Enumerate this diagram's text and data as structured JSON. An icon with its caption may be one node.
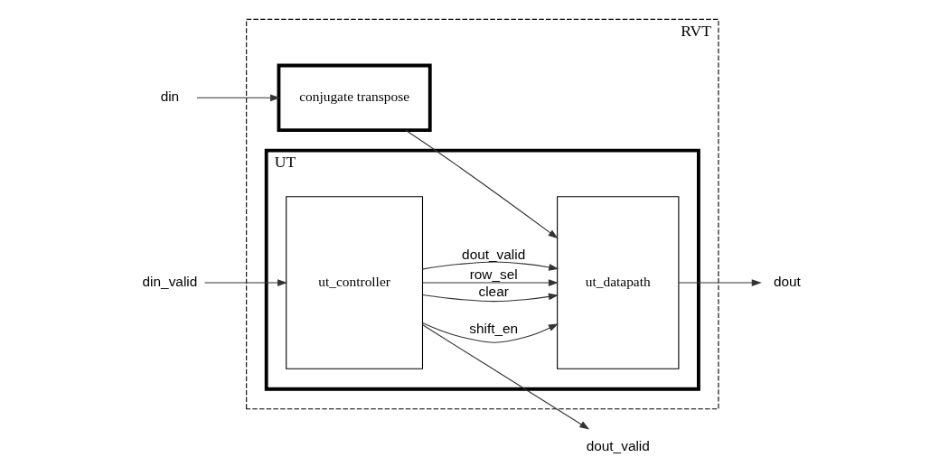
{
  "diagram": {
    "nodes": [
      {
        "text": [
          "RVT"
        ]
      },
      {
        "text": [
          "conjugate transpose"
        ],
        "in": 0
      },
      {
        "text": [
          "UT"
        ],
        "in": 0
      },
      {
        "text": [
          "ut_controller"
        ],
        "in": 2
      },
      {
        "text": [
          "ut_datapath"
        ],
        "in": 2
      },
      {
        "text": [
          "din"
        ]
      },
      {
        "text": [
          "din_valid"
        ]
      },
      {
        "text": [
          "dout"
        ]
      },
      {
        "text": [
          "dout_valid"
        ]
      }
    ],
    "edges": [
      {
        "from": 5,
        "to": 1,
        "arrow": "to"
      },
      {
        "from": 1,
        "to": 4,
        "arrow": "to"
      },
      {
        "from": 6,
        "to": 3,
        "arrow": "to"
      },
      {
        "from": 3,
        "to": 4,
        "arrow": "to",
        "label": "shift_en"
      },
      {
        "from": 3,
        "to": 4,
        "arrow": "to",
        "label": "clear"
      },
      {
        "from": 3,
        "to": 4,
        "arrow": "to",
        "label": "row_sel"
      },
      {
        "from": 3,
        "to": 4,
        "arrow": "to",
        "label": "dout_valid"
      },
      {
        "from": 3,
        "to": 8,
        "arrow": "to"
      },
      {
        "from": 4,
        "to": 7,
        "arrow": "to"
      }
    ]
  }
}
